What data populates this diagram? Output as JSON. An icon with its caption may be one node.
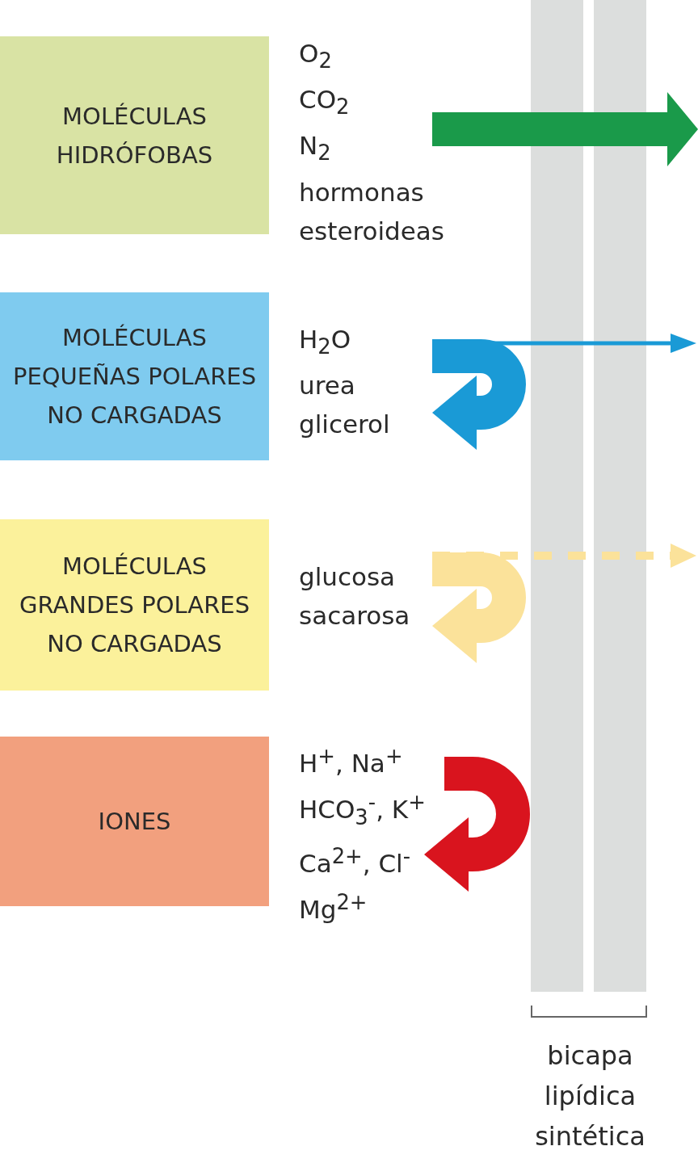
{
  "diagram": {
    "nodes": [
      {
        "text": [
          "MOLÉCULAS HIDRÓFOBAS"
        ],
        "beside": [
          "O$_{2}$",
          "CO$_{2}$",
          "N$_{2}$",
          "hormonas esteroideas"
        ]
      },
      {
        "text": [
          "MOLÉCULAS PEQUEÑAS POLARES NO CARGADAS"
        ],
        "beside": [
          "H$_{2}$O",
          "urea",
          "glicerol"
        ]
      },
      {
        "text": [
          "MOLÉCULAS GRANDES POLARES NO CARGADAS"
        ],
        "beside": [
          "glucosa",
          "sacarosa"
        ]
      },
      {
        "text": [
          "IONES"
        ],
        "beside": [
          "H$^{+}$, Na$^{+}$",
          "HCO$_{3}$$^{-}$, K$^{+}$",
          "Ca$^{2+}$, Cl$^{-}$",
          "Mg$^{2+}$"
        ]
      }
    ],
    "edges": [
      {
        "from": 0,
        "to": null,
        "arrow": "to",
        "color": "#1a9a4a"
      },
      {
        "from": 1,
        "to": null,
        "arrow": "to",
        "color": "#1a9ad6"
      },
      {
        "from": 1,
        "to": 1,
        "arrow": "to",
        "color": "#1a9ad6"
      },
      {
        "from": 2,
        "to": null,
        "arrow": "to",
        "style": "dashed",
        "color": "#fbe29a"
      },
      {
        "from": 2,
        "to": 2,
        "arrow": "to",
        "color": "#fbe29a"
      },
      {
        "from": 3,
        "to": 3,
        "arrow": "to",
        "color": "#d9141e"
      }
    ],
    "labels": [
      "bicapa lipídica sintética"
    ]
  }
}
